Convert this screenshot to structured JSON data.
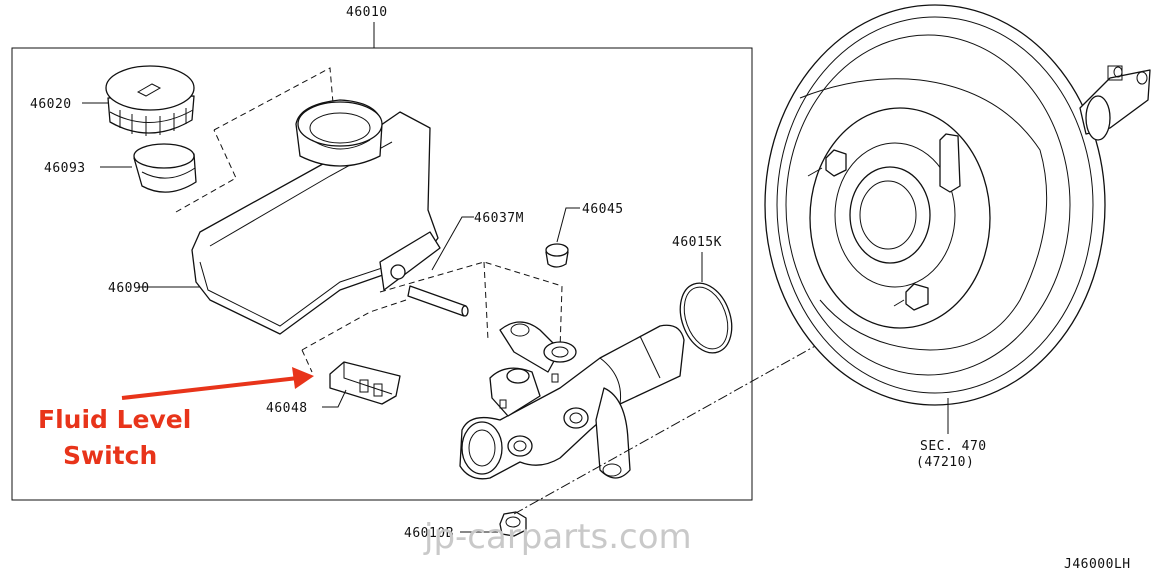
{
  "diagram": {
    "parts": {
      "master_cylinder_assy": "46010",
      "reservoir_cap": "46020",
      "strainer": "46093",
      "reservoir_tank": "46090",
      "pin": "46037M",
      "grommet": "46045",
      "o_ring": "46015K",
      "fluid_level_switch": "46048",
      "nut": "46010B",
      "booster_sec": "SEC. 470",
      "booster_sub": "(47210)"
    },
    "callout": {
      "line1": "Fluid Level",
      "line2": "Switch",
      "color": "#e8341a"
    },
    "watermark": "jp-carparts.com",
    "diagram_code": "J46000LH"
  }
}
